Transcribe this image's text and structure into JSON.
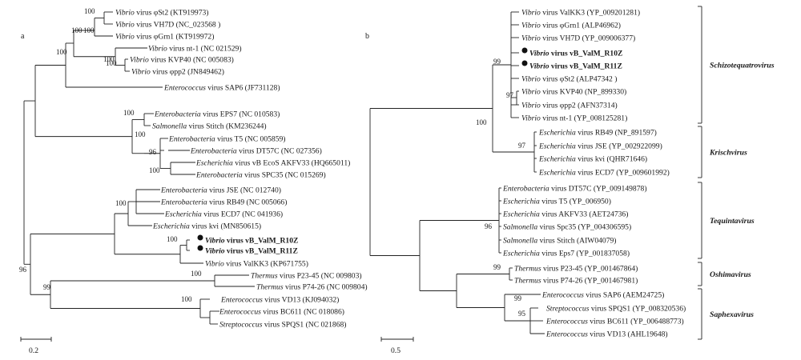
{
  "panel_a": {
    "label": "a",
    "scale_label": "0.2",
    "taxa": [
      {
        "genus": "Vibrio",
        "rest": " virus φSt2 (KT919973)",
        "bold": false,
        "marker": false
      },
      {
        "genus": "Vibrio",
        "rest": " virus VH7D (NC_023568 )",
        "bold": false,
        "marker": false
      },
      {
        "genus": "Vibrio",
        "rest": " virus φGrn1 (KT919972)",
        "bold": false,
        "marker": false
      },
      {
        "genus": "Vibrio",
        "rest": " virus nt-1 (NC 021529)",
        "bold": false,
        "marker": false
      },
      {
        "genus": "Vibrio",
        "rest": " virus KVP40 (NC 005083)",
        "bold": false,
        "marker": false
      },
      {
        "genus": "Vibrio",
        "rest": " virus φpp2 (JN849462)",
        "bold": false,
        "marker": false
      },
      {
        "genus": "Enterococcus",
        "rest": " virus SAP6 (JF731128)",
        "bold": false,
        "marker": false
      },
      {
        "genus": "Enterobacteria",
        "rest": " virus EPS7 (NC 010583)",
        "bold": false,
        "marker": false
      },
      {
        "genus": "Salmonella",
        "rest": " virus Stitch (KM236244)",
        "bold": false,
        "marker": false
      },
      {
        "genus": "Enterobacteria",
        "rest": " virus T5 (NC 005859)",
        "bold": false,
        "marker": false
      },
      {
        "genus": "Enterobacteria",
        "rest": " virus DT57C (NC 027356)",
        "bold": false,
        "marker": false
      },
      {
        "genus": "Escherichia",
        "rest": " virus vB EcoS AKFV33 (HQ665011)",
        "bold": false,
        "marker": false
      },
      {
        "genus": "Enterobacteria",
        "rest": " virus SPC35 (NC 015269)",
        "bold": false,
        "marker": false
      },
      {
        "genus": "Enterobacteria",
        "rest": " virus JSE (NC 012740)",
        "bold": false,
        "marker": false
      },
      {
        "genus": "Enterobacteria",
        "rest": " virus RB49 (NC 005066)",
        "bold": false,
        "marker": false
      },
      {
        "genus": "Escherichia",
        "rest": " virus ECD7 (NC 041936)",
        "bold": false,
        "marker": false
      },
      {
        "genus": "Escherichia",
        "rest": " virus kvi (MN850615)",
        "bold": false,
        "marker": false
      },
      {
        "genus": "Vibrio",
        "rest": " virus vB_ValM_R10Z",
        "bold": true,
        "marker": true
      },
      {
        "genus": "Vibrio",
        "rest": " virus vB_ValM_R11Z",
        "bold": true,
        "marker": true
      },
      {
        "genus": "Vibrio",
        "rest": " virus ValKK3 (KP671755)",
        "bold": false,
        "marker": false
      },
      {
        "genus": "Thermus",
        "rest": " virus P23-45 (NC 009803)",
        "bold": false,
        "marker": false
      },
      {
        "genus": "Thermus",
        "rest": " virus P74-26 (NC 009804)",
        "bold": false,
        "marker": false
      },
      {
        "genus": "Enterococcus",
        "rest": " virus VD13 (KJ094032)",
        "bold": false,
        "marker": false
      },
      {
        "genus": "Enterococcus",
        "rest": " virus BC611 (NC 018086)",
        "bold": false,
        "marker": false
      },
      {
        "genus": "Streptococcus",
        "rest": " virus SPQS1 (NC 021868)",
        "bold": false,
        "marker": false
      }
    ],
    "bootstrap": [
      "100",
      "100",
      "100",
      "100",
      "100",
      "100",
      "100",
      "100",
      "96",
      "100",
      "100",
      "100",
      "96",
      "100",
      "99",
      "100"
    ]
  },
  "panel_b": {
    "label": "b",
    "scale_label": "0.5",
    "taxa": [
      {
        "genus": "Vibrio",
        "rest": " virus ValKK3 (YP_009201281)",
        "bold": false,
        "marker": false
      },
      {
        "genus": "Vibrio",
        "rest": " virus φGrn1 (ALP46962)",
        "bold": false,
        "marker": false
      },
      {
        "genus": "Vibrio",
        "rest": " virus VH7D (YP_009006377)",
        "bold": false,
        "marker": false
      },
      {
        "genus": "Vibrio",
        "rest": " virus vB_ValM_R10Z",
        "bold": true,
        "marker": true
      },
      {
        "genus": "Vibrio",
        "rest": " virus vB_ValM_R11Z",
        "bold": true,
        "marker": true
      },
      {
        "genus": "Vibrio",
        "rest": " virus φSt2 (ALP47342 )",
        "bold": false,
        "marker": false
      },
      {
        "genus": "Vibrio",
        "rest": " virus KVP40 (NP_899330)",
        "bold": false,
        "marker": false
      },
      {
        "genus": "Vibrio",
        "rest": " virus φpp2 (AFN37314)",
        "bold": false,
        "marker": false
      },
      {
        "genus": "Vibrio",
        "rest": " virus nt-1 (YP_008125281)",
        "bold": false,
        "marker": false
      },
      {
        "genus": "Escherichia",
        "rest": " virus RB49 (NP_891597)",
        "bold": false,
        "marker": false
      },
      {
        "genus": "Escherichia",
        "rest": " virus JSE (YP_002922099)",
        "bold": false,
        "marker": false
      },
      {
        "genus": "Escherichia",
        "rest": " virus kvi (QHR71646)",
        "bold": false,
        "marker": false
      },
      {
        "genus": "Escherichia",
        "rest": " virus ECD7 (YP_009601992)",
        "bold": false,
        "marker": false
      },
      {
        "genus": "Enterobacteria",
        "rest": " virus DT57C (YP_009149878)",
        "bold": false,
        "marker": false
      },
      {
        "genus": "Escherichia",
        "rest": " virus T5 (YP_006950)",
        "bold": false,
        "marker": false
      },
      {
        "genus": "Escherichia",
        "rest": " virus AKFV33 (AET24736)",
        "bold": false,
        "marker": false
      },
      {
        "genus": "Salmonella",
        "rest": " virus Spc35 (YP_004306595)",
        "bold": false,
        "marker": false
      },
      {
        "genus": "Salmonella",
        "rest": " virus Stitch (AIW04079)",
        "bold": false,
        "marker": false
      },
      {
        "genus": "Escherichia",
        "rest": " virus Eps7 (YP_001837058)",
        "bold": false,
        "marker": false
      },
      {
        "genus": "Thermus",
        "rest": " virus P23-45 (YP_001467864)",
        "bold": false,
        "marker": false
      },
      {
        "genus": "Thermus",
        "rest": " virus P74-26 (YP_001467981)",
        "bold": false,
        "marker": false
      },
      {
        "genus": "Enterococcus",
        "rest": " virus SAP6 (AEM24725)",
        "bold": false,
        "marker": false
      },
      {
        "genus": "Streptococcus",
        "rest": " virus SPQS1 (YP_008320536)",
        "bold": false,
        "marker": false
      },
      {
        "genus": "Enterococcus",
        "rest": " virus BC611 (YP_006488773)",
        "bold": false,
        "marker": false
      },
      {
        "genus": "Enterococcus",
        "rest": " virus VD13 (AHL19648)",
        "bold": false,
        "marker": false
      }
    ],
    "bootstrap": [
      "99",
      "97",
      "100",
      "97",
      "96",
      "99",
      "99",
      "95"
    ],
    "clades": [
      "Schizotequatrovirus",
      "Krischvirus",
      "Tequintavirus",
      "Oshimavirus",
      "Saphexavirus"
    ]
  }
}
